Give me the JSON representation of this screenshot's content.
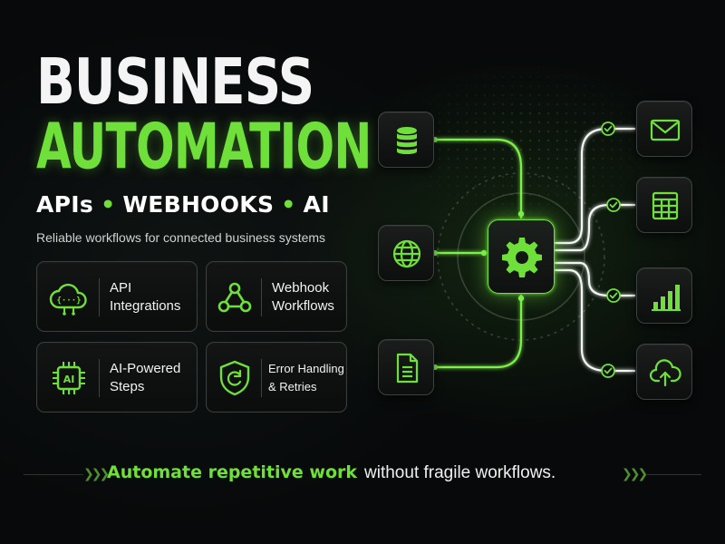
{
  "hero": {
    "title_line1": "BUSINESS",
    "title_line2": "AUTOMATION",
    "tagline": [
      "APIs",
      "WEBHOOKS",
      "AI"
    ],
    "subtitle": "Reliable workflows for connected business systems"
  },
  "features": [
    {
      "line1": "API",
      "line2": "Integrations",
      "icon": "cloud-code-icon"
    },
    {
      "line1": "Webhook",
      "line2": "Workflows",
      "icon": "webhook-icon"
    },
    {
      "line1": "AI-Powered",
      "line2": "Steps",
      "icon": "ai-chip-icon"
    },
    {
      "line1": "Error Handling",
      "line2": "& Retries",
      "icon": "shield-retry-icon"
    }
  ],
  "diagram": {
    "inputs": [
      "database-icon",
      "globe-icon",
      "document-icon"
    ],
    "hub": "gear-icon",
    "outputs": [
      "mail-icon",
      "spreadsheet-icon",
      "bar-chart-icon",
      "cloud-upload-icon"
    ],
    "checks": "check-circle-icon"
  },
  "footer": {
    "highlight": "Automate repetitive work",
    "rest": "without fragile workflows."
  },
  "colors": {
    "accent": "#6fe03a",
    "background": "#07090a",
    "card_border": "#3a3f3c",
    "text": "#f2f2f2"
  }
}
